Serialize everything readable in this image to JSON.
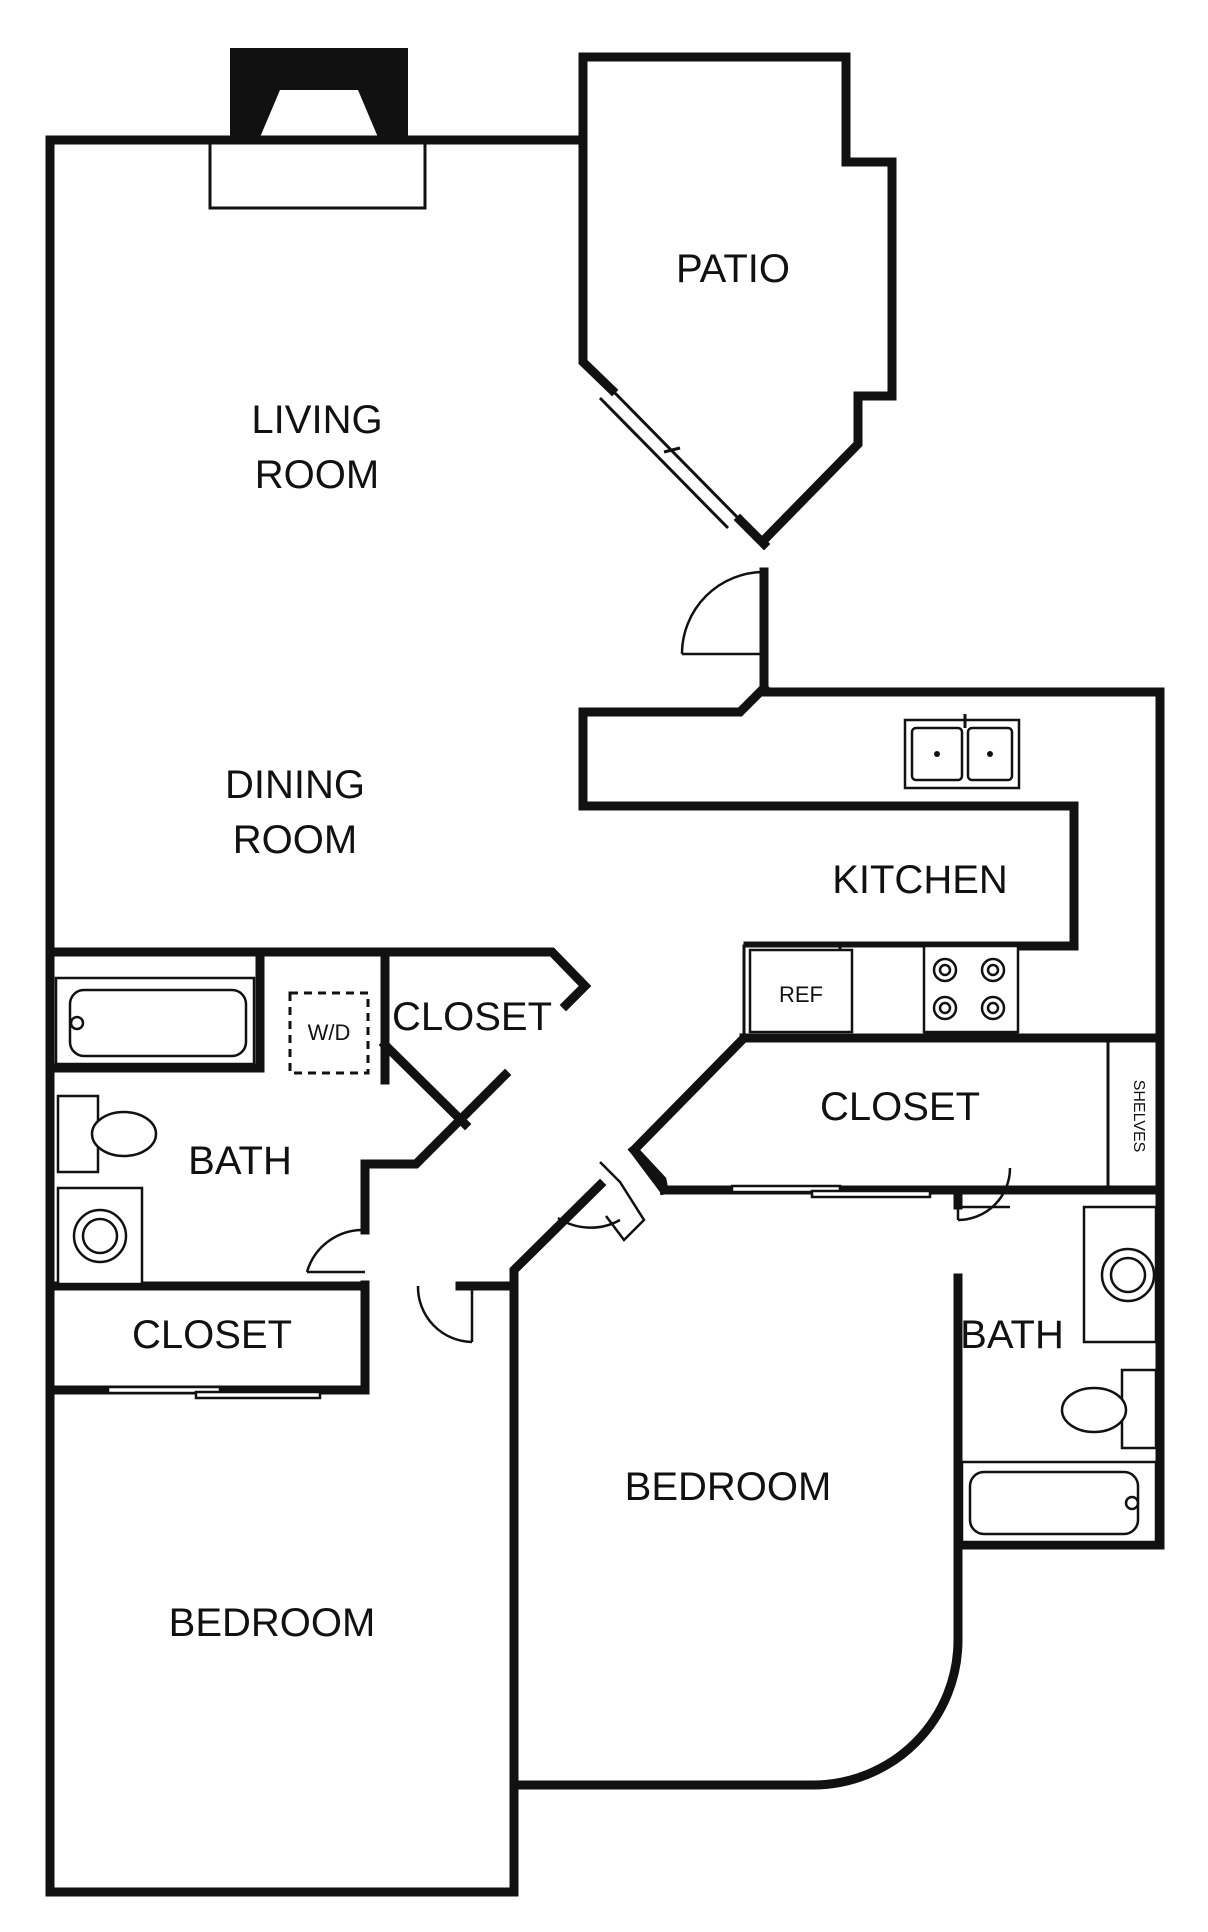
{
  "rooms": {
    "patio": "PATIO",
    "living_room_line1": "LIVING",
    "living_room_line2": "ROOM",
    "dining_room_line1": "DINING",
    "dining_room_line2": "ROOM",
    "kitchen": "KITCHEN",
    "closet_hall": "CLOSET",
    "closet_kitchen": "CLOSET",
    "closet_bedroom": "CLOSET",
    "bath_left": "BATH",
    "bath_right": "BATH",
    "bedroom_center": "BEDROOM",
    "bedroom_left": "BEDROOM"
  },
  "fixtures": {
    "washer_dryer": "W/D",
    "refrigerator": "REF",
    "shelves": "SHELVES"
  }
}
